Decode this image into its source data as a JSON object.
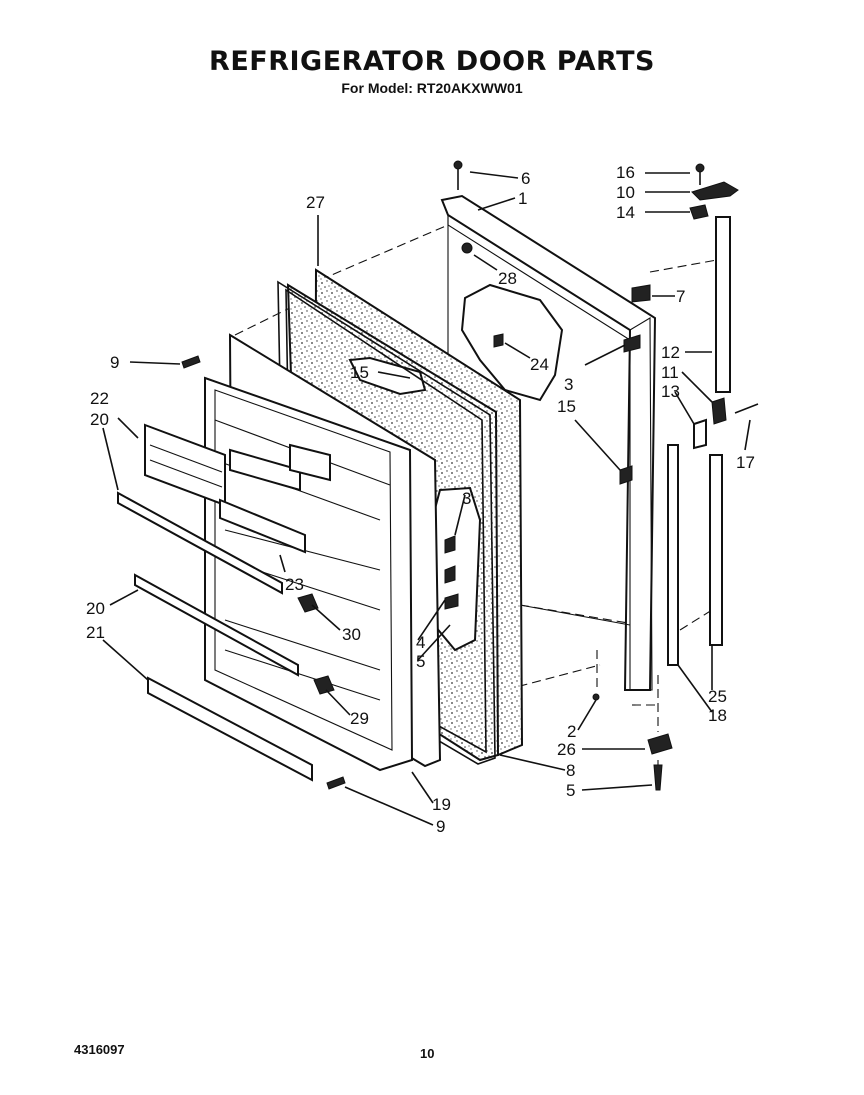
{
  "title": "REFRIGERATOR DOOR PARTS",
  "subtitle": "For Model: RT20AKXWW01",
  "footer": {
    "doc_number": "4316097",
    "page_number": "10"
  },
  "callouts": {
    "c1": "1",
    "c2": "2",
    "c3a": "3",
    "c3b": "3",
    "c4": "4",
    "c5a": "5",
    "c5b": "5",
    "c6": "6",
    "c7": "7",
    "c8": "8",
    "c9a": "9",
    "c9b": "9",
    "c10": "10",
    "c11": "11",
    "c12": "12",
    "c13": "13",
    "c14": "14",
    "c15a": "15",
    "c15b": "15",
    "c16": "16",
    "c17": "17",
    "c18": "18",
    "c19": "19",
    "c20a": "20",
    "c20b": "20",
    "c21": "21",
    "c22": "22",
    "c23": "23",
    "c24": "24",
    "c25": "25",
    "c26": "26",
    "c27": "27",
    "c28": "28",
    "c29": "29",
    "c30": "30"
  }
}
